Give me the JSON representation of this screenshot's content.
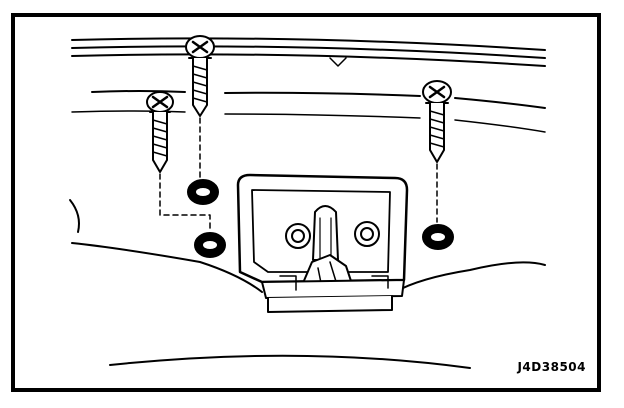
{
  "figure": {
    "part_code": "J4D38504"
  },
  "colors": {
    "line": "#000000",
    "fill": "#ffffff",
    "frame": "#000000"
  },
  "components": {
    "screws": 3,
    "grommets": 3,
    "latch": 1
  }
}
